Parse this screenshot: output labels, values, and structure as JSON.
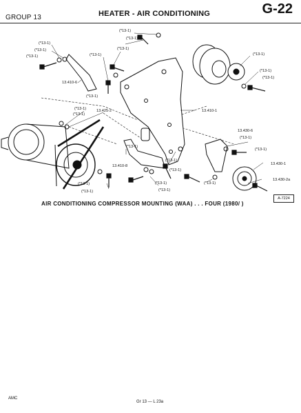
{
  "header": {
    "group": "GROUP 13",
    "title": "HEATER - AIR CONDITIONING",
    "page": "G-22"
  },
  "labels": {
    "p13_1": "(*13-1)",
    "p13_410_6": "13.410-6",
    "p13_410_1": "13.410-1",
    "p13_410_8": "13.410-8",
    "p13_425_2": "13.425-2",
    "p13_430_6": "13.430-6",
    "p13_430_1": "13.430-1",
    "p13_430_2a": "13.430-2a"
  },
  "caption": "AIR CONDITIONING COMPRESSOR MOUNTING (WAA) . . . FOUR (1980/ )",
  "figure_ref": "A-7224",
  "footer": {
    "left": "AMC",
    "center": "Gr 13 — L 23a"
  }
}
